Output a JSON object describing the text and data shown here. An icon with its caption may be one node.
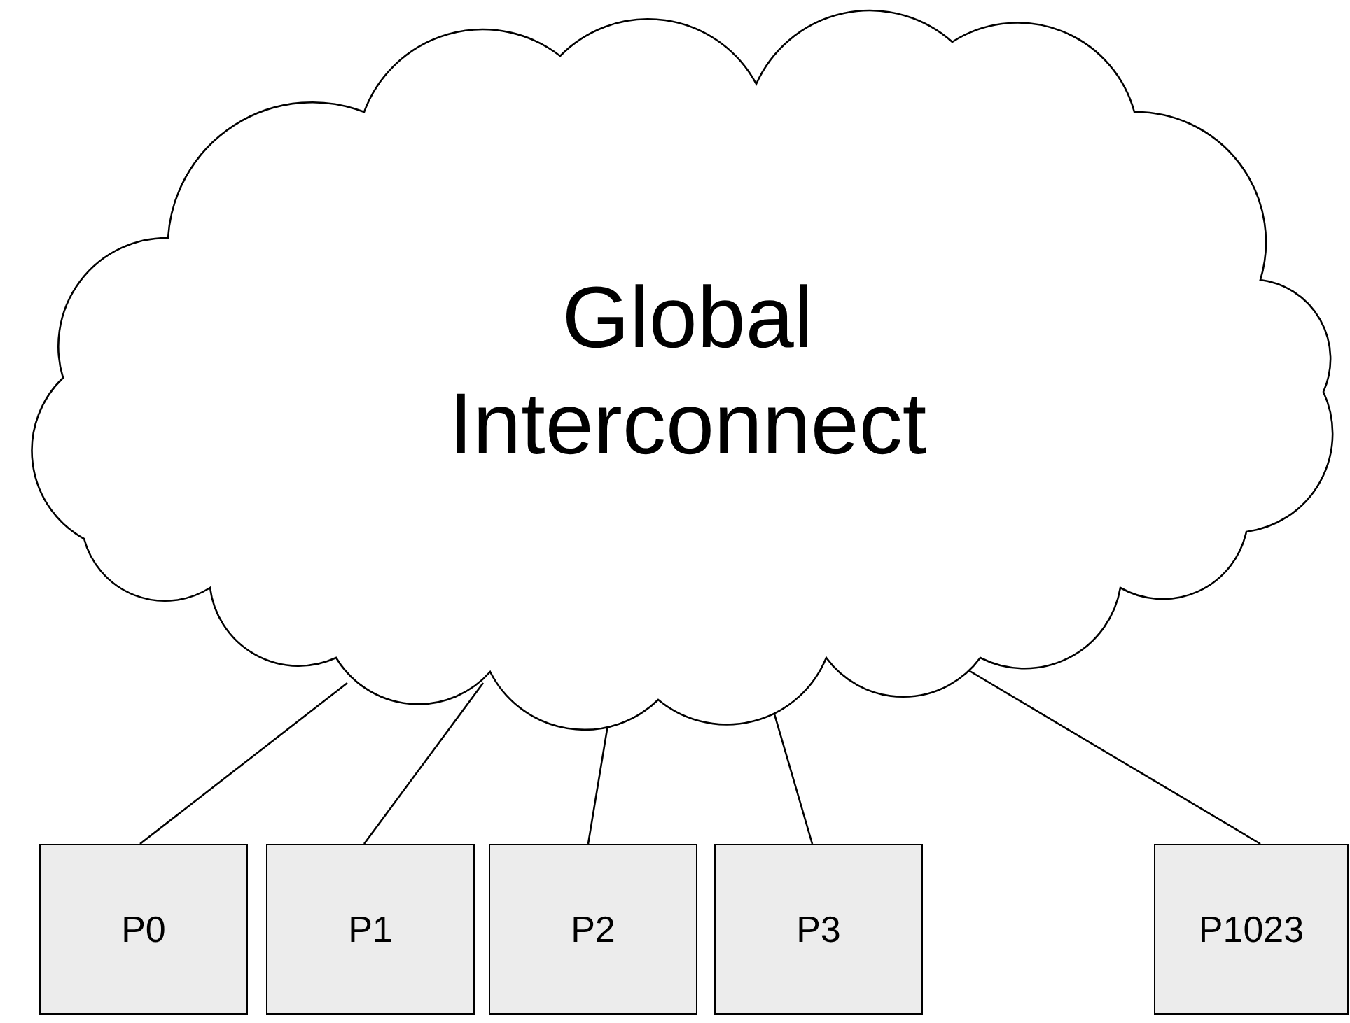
{
  "diagram": {
    "nodes": [
      {
        "text": [
          "Global Interconnect"
        ]
      },
      {
        "text": [
          "P0"
        ]
      },
      {
        "text": [
          "P1"
        ]
      },
      {
        "text": [
          "P2"
        ]
      },
      {
        "text": [
          "P3"
        ]
      },
      {
        "text": [
          "P1023"
        ]
      }
    ],
    "edges": [
      {
        "from": 0,
        "to": 1,
        "arrow": "none"
      },
      {
        "from": 0,
        "to": 2,
        "arrow": "none"
      },
      {
        "from": 0,
        "to": 3,
        "arrow": "none"
      },
      {
        "from": 0,
        "to": 4,
        "arrow": "none"
      },
      {
        "from": 0,
        "to": 5,
        "arrow": "none"
      }
    ]
  }
}
